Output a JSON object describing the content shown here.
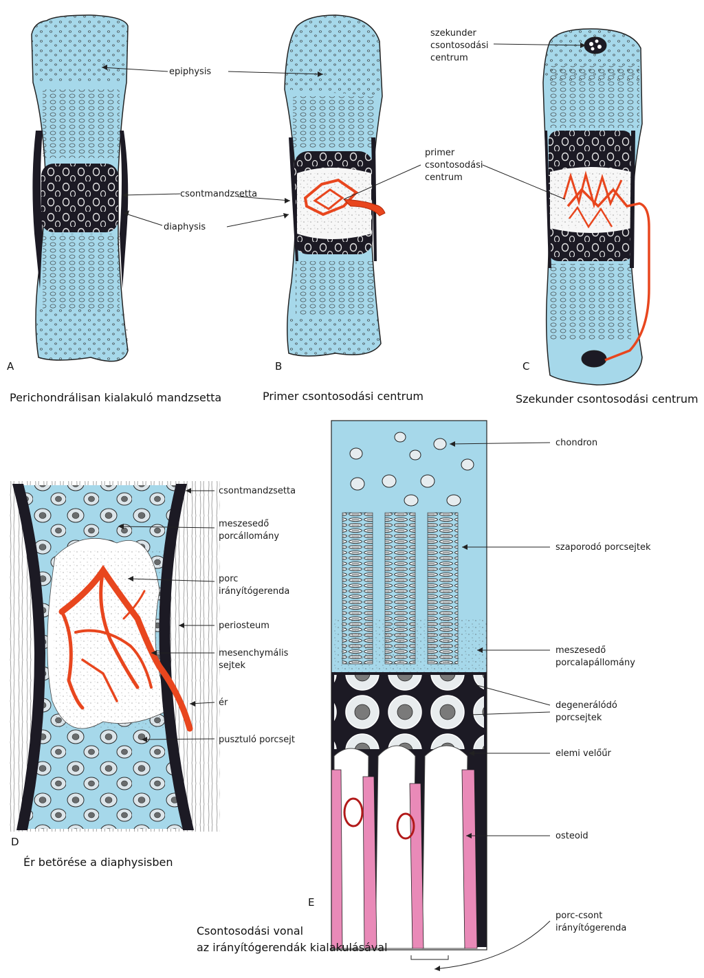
{
  "colors": {
    "cartilage": "#a6d8ea",
    "bone": "#1c1a24",
    "vessel": "#e8461e",
    "osteoid": "#e98ab8",
    "outline": "#222222"
  },
  "panels": {
    "A": {
      "letter": "A",
      "caption": "Perichondrálisan kialakuló mandzsetta"
    },
    "B": {
      "letter": "B",
      "caption": "Primer csontosodási centrum"
    },
    "C": {
      "letter": "C",
      "caption": "Szekunder csontosodási centrum"
    },
    "D": {
      "letter": "D",
      "caption": "Ér betörése a diaphysisben"
    },
    "E": {
      "letter": "E",
      "caption_line1": "Csontosodási vonal",
      "caption_line2": "az irányítógerendák kialakulásával"
    }
  },
  "labels": {
    "epiphysis": "epiphysis",
    "csontmandzsetta_top": "csontmandzsetta",
    "diaphysis": "diaphysis",
    "primer_l1": "primer",
    "primer_l2": "csontosodási",
    "primer_l3": "centrum",
    "szekunder_l1": "szekunder",
    "szekunder_l2": "csontosodási",
    "szekunder_l3": "centrum",
    "d_csontmandzsetta": "csontmandzsetta",
    "d_meszesedo_l1": "meszesedő",
    "d_meszesedo_l2": "porcállomány",
    "d_porc_l1": "porc",
    "d_porc_l2": "irányítógerenda",
    "d_periosteum": "periosteum",
    "d_mesench_l1": "mesenchymális",
    "d_mesench_l2": "sejtek",
    "d_er": "ér",
    "d_pusztulo": "pusztuló porcsejt",
    "e_chondron": "chondron",
    "e_szaporodo": "szaporodó porcsejtek",
    "e_meszesedo_l1": "meszesedő",
    "e_meszesedo_l2": "porcalapállomány",
    "e_degeneralodo_l1": "degenerálódó",
    "e_degeneralodo_l2": "porcsejtek",
    "e_elemi": "elemi velőűr",
    "e_osteoid": "osteoid",
    "e_porccsont_l1": "porc-csont",
    "e_porccsont_l2": "irányítógerenda"
  }
}
